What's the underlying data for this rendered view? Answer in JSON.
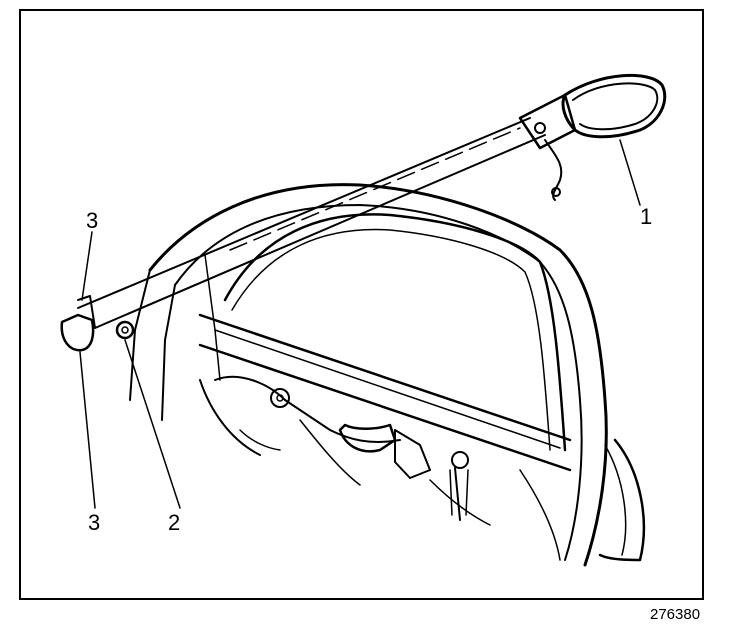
{
  "callouts": {
    "mirror": "1",
    "nut": "2",
    "bracket_top": "3",
    "bracket_bottom": "3"
  },
  "figure_number": "276380",
  "colors": {
    "line": "#000000",
    "background": "#ffffff"
  }
}
